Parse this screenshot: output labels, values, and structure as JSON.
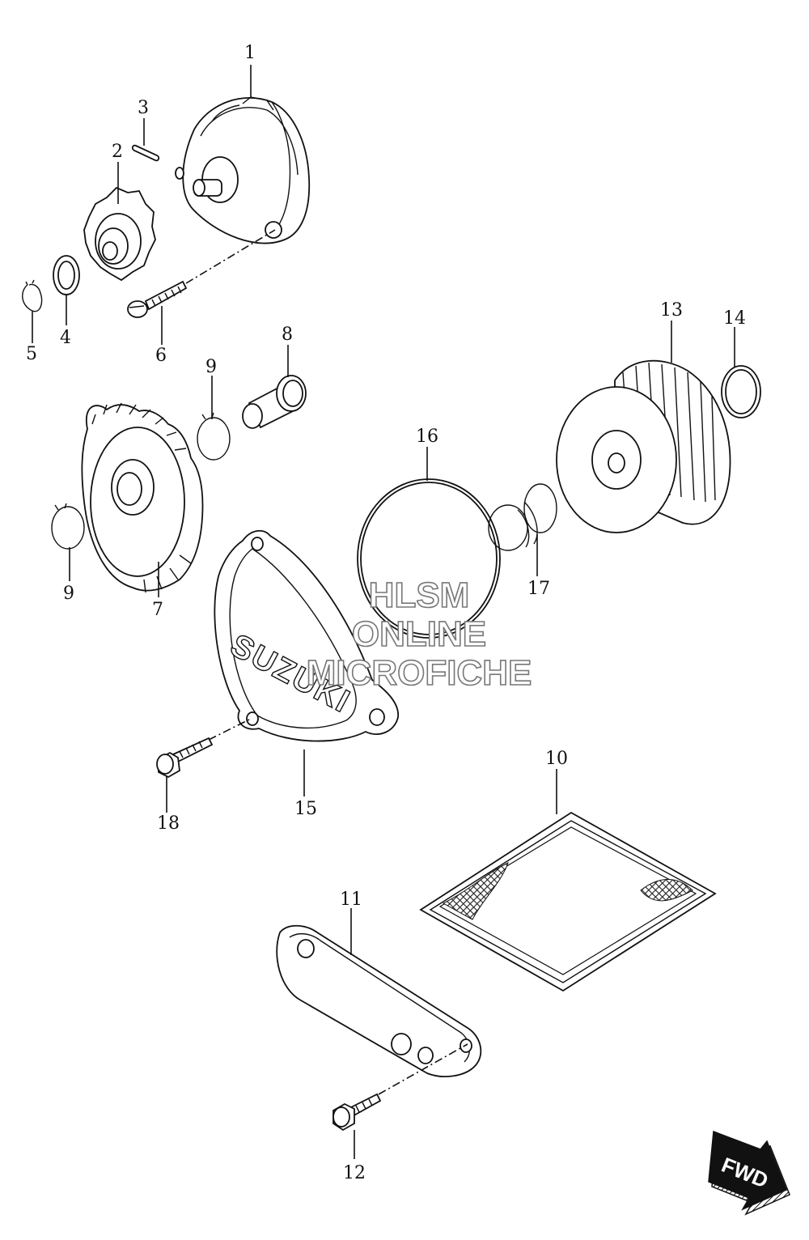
{
  "watermark": [
    "HLSM",
    "ONLINE",
    "MICROFICHE"
  ],
  "logo_text": "SUZUKI",
  "direction_badge": "FWD",
  "callouts": [
    "1",
    "2",
    "3",
    "4",
    "5",
    "6",
    "7",
    "8",
    "9",
    "9",
    "10",
    "11",
    "12",
    "13",
    "14",
    "15",
    "16",
    "17",
    "18"
  ]
}
